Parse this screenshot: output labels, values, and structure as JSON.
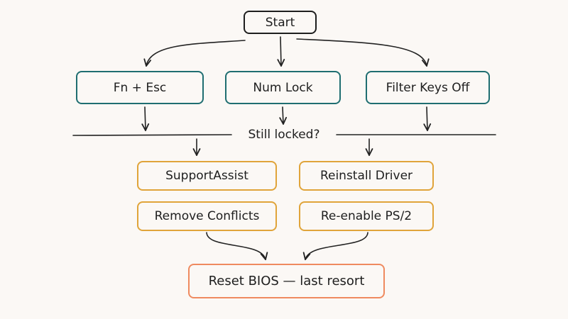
{
  "diagram": {
    "start": "Start",
    "first_steps": [
      "Fn + Esc",
      "Num Lock",
      "Filter Keys Off"
    ],
    "decision": "Still locked?",
    "second_steps": [
      "SupportAssist",
      "Reinstall Driver",
      "Remove Conflicts",
      "Re-enable PS/2"
    ],
    "final_step": "Reset BIOS — last resort"
  },
  "colors": {
    "line": "#222222",
    "teal_border": "#1f6e71",
    "amber_border": "#e0a43a",
    "final_border": "#ef8a5f",
    "background": "#fbf8f5"
  }
}
